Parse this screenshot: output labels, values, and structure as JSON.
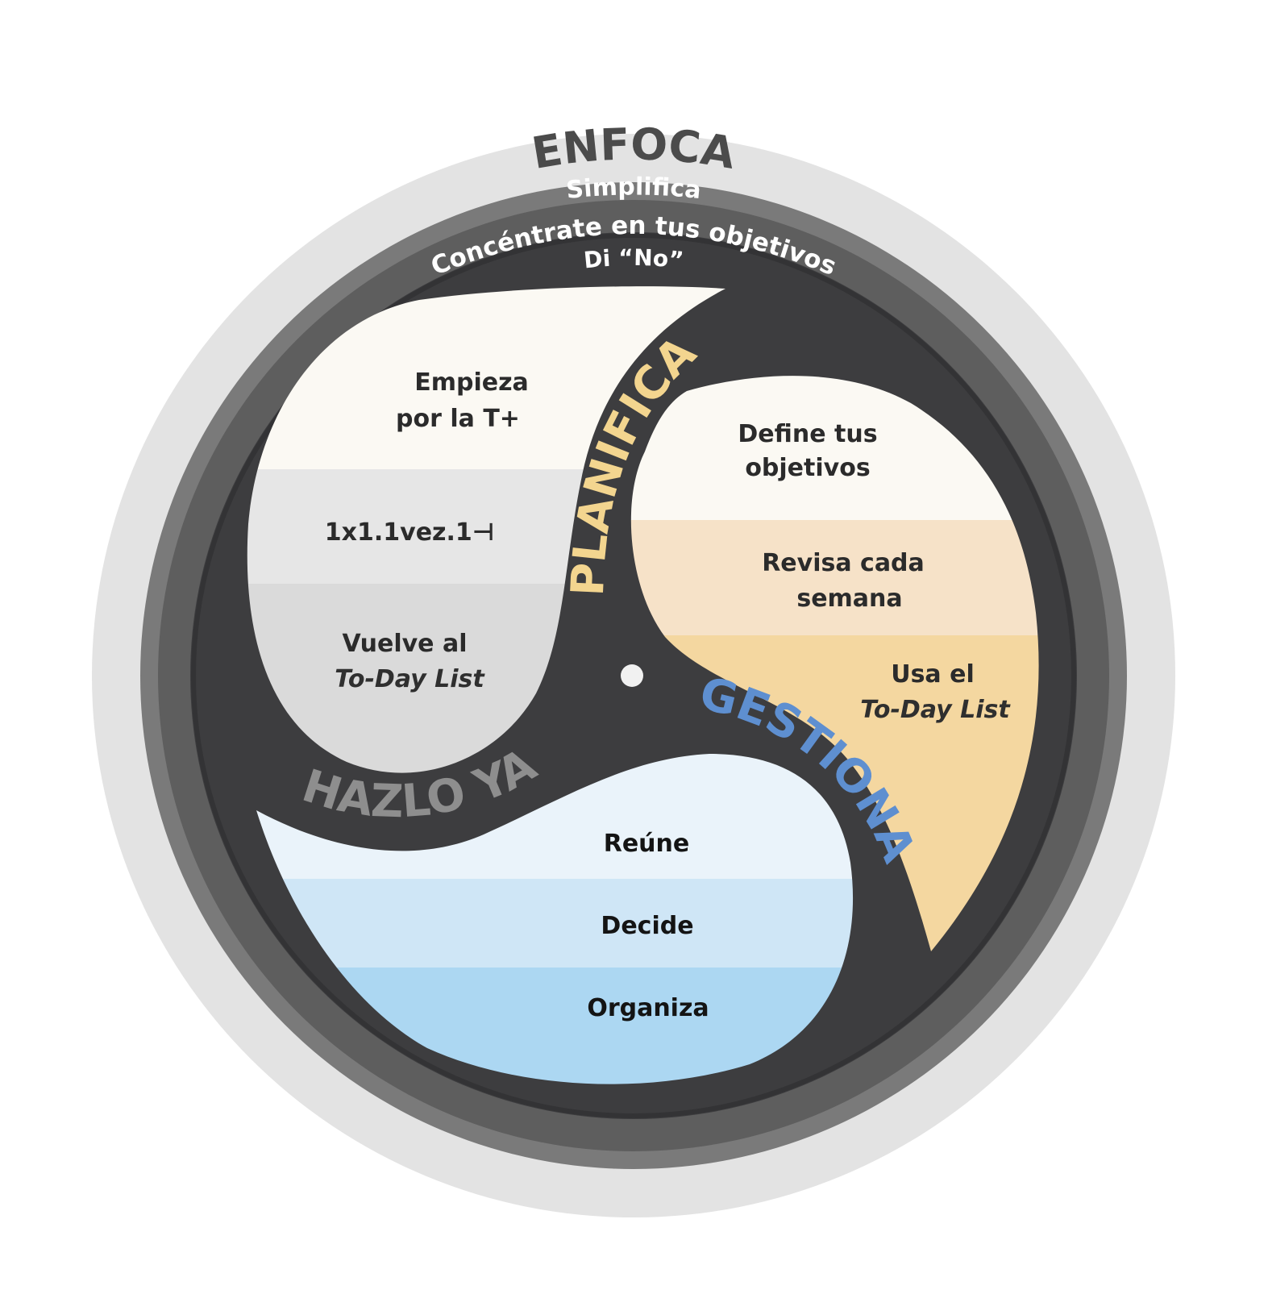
{
  "outer_ring": {
    "title": "ENFOCA",
    "line1": "Simplifica",
    "line2": "Concéntrate en tus objetivos",
    "line3": "Di “No”"
  },
  "branches": {
    "planifica": {
      "label": "PLANIFICA",
      "color": "#f3d58f"
    },
    "gestiona": {
      "label": "GESTIONA",
      "color": "#5e8fd0"
    },
    "hazlo_ya": {
      "label": "HAZLO YA",
      "color": "#8e8e8e"
    }
  },
  "left_lobe": {
    "item1": {
      "line1": "Empieza",
      "line2": "por la T+"
    },
    "item2": "1x1.1vez.1⊣",
    "item3": {
      "line1": "Vuelve al",
      "line2": "To-Day List"
    }
  },
  "right_lobe": {
    "item1": {
      "line1": "Define tus",
      "line2": "objetivos"
    },
    "item2": {
      "line1": "Revisa cada",
      "line2": "semana"
    },
    "item3": {
      "line1": "Usa el",
      "line2": "To-Day List"
    }
  },
  "bottom_lobe": {
    "item1": "Reúne",
    "item2": "Decide",
    "item3": "Organiza"
  },
  "colors": {
    "ring_outer": "#e3e3e3",
    "ring_mid": "#7a7a7a",
    "ring_inner": "#5e5e5e",
    "core": "#3d3d3f",
    "left_bands": [
      "#fbf9f3",
      "#e6e6e6",
      "#dadada"
    ],
    "right_bands": [
      "#fbf9f3",
      "#f6e2c8",
      "#f4d7a0"
    ],
    "bottom_bands": [
      "#eaf3fa",
      "#cfe6f6",
      "#acd7f2"
    ]
  }
}
